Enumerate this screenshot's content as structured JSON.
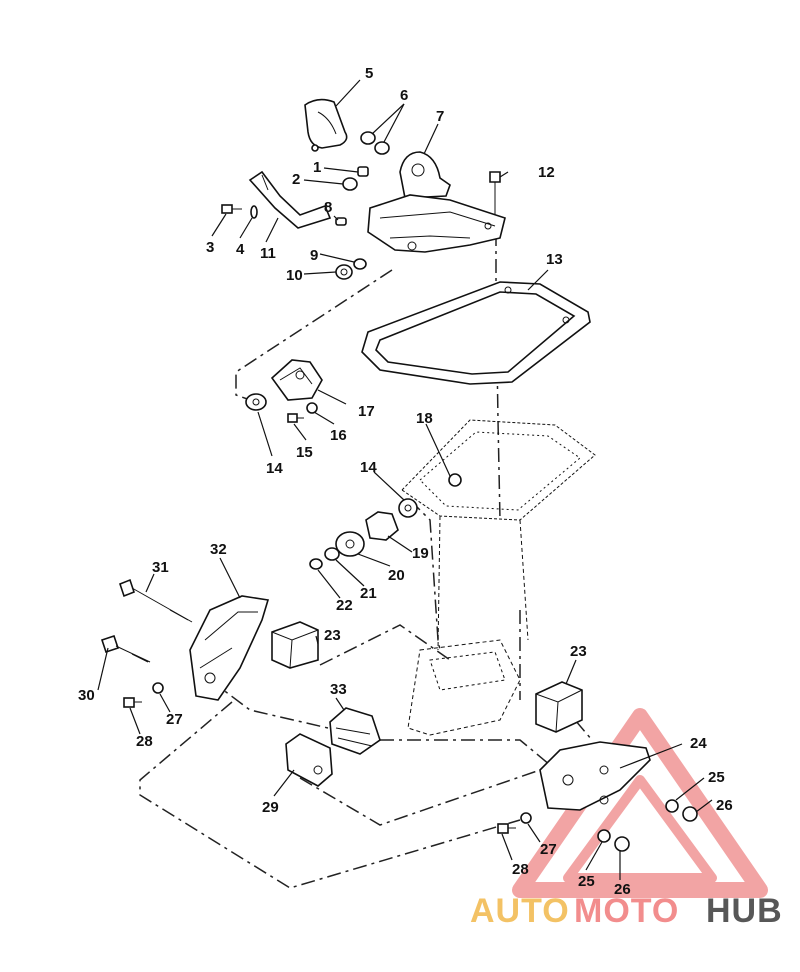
{
  "callouts": [
    {
      "id": "c1",
      "text": "1"
    },
    {
      "id": "c2",
      "text": "2"
    },
    {
      "id": "c3",
      "text": "3"
    },
    {
      "id": "c4",
      "text": "4"
    },
    {
      "id": "c5",
      "text": "5"
    },
    {
      "id": "c6",
      "text": "6"
    },
    {
      "id": "c7",
      "text": "7"
    },
    {
      "id": "c8",
      "text": "8"
    },
    {
      "id": "c9",
      "text": "9"
    },
    {
      "id": "c10",
      "text": "10"
    },
    {
      "id": "c11",
      "text": "11"
    },
    {
      "id": "c12",
      "text": "12"
    },
    {
      "id": "c13",
      "text": "13"
    },
    {
      "id": "c14a",
      "text": "14"
    },
    {
      "id": "c14b",
      "text": "14"
    },
    {
      "id": "c15",
      "text": "15"
    },
    {
      "id": "c16",
      "text": "16"
    },
    {
      "id": "c17",
      "text": "17"
    },
    {
      "id": "c18",
      "text": "18"
    },
    {
      "id": "c19",
      "text": "19"
    },
    {
      "id": "c20",
      "text": "20"
    },
    {
      "id": "c21",
      "text": "21"
    },
    {
      "id": "c22",
      "text": "22"
    },
    {
      "id": "c23a",
      "text": "23"
    },
    {
      "id": "c23b",
      "text": "23"
    },
    {
      "id": "c24",
      "text": "24"
    },
    {
      "id": "c25a",
      "text": "25"
    },
    {
      "id": "c25b",
      "text": "25"
    },
    {
      "id": "c26a",
      "text": "26"
    },
    {
      "id": "c26b",
      "text": "26"
    },
    {
      "id": "c27a",
      "text": "27"
    },
    {
      "id": "c27b",
      "text": "27"
    },
    {
      "id": "c28a",
      "text": "28"
    },
    {
      "id": "c28b",
      "text": "28"
    },
    {
      "id": "c29",
      "text": "29"
    },
    {
      "id": "c30",
      "text": "30"
    },
    {
      "id": "c31",
      "text": "31"
    },
    {
      "id": "c32",
      "text": "32"
    },
    {
      "id": "c33",
      "text": "33"
    }
  ],
  "watermark": {
    "word_part1": "AUTO",
    "word_part2": "MOTO",
    "word_part3": "HUB",
    "colors": {
      "part1": "#f2b84b",
      "part2": "#f07a7a",
      "part3": "#3a3a3a",
      "triangle": "#e85a5a"
    }
  }
}
